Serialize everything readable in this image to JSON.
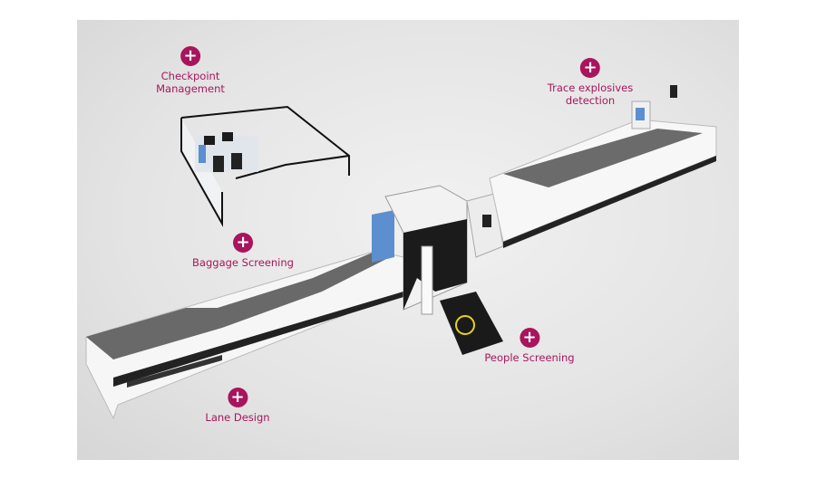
{
  "accent_color": "#a8155c",
  "hotspots": [
    {
      "id": "checkpoint-management",
      "lines": [
        "Checkpoint",
        "Management"
      ],
      "icon": "plus-icon"
    },
    {
      "id": "trace-explosives-detection",
      "lines": [
        "Trace explosives",
        "detection"
      ],
      "icon": "plus-icon"
    },
    {
      "id": "baggage-screening",
      "lines": [
        "Baggage Screening"
      ],
      "icon": "plus-icon"
    },
    {
      "id": "people-screening",
      "lines": [
        "People Screening"
      ],
      "icon": "plus-icon"
    },
    {
      "id": "lane-design",
      "lines": [
        "Lane Design"
      ],
      "icon": "plus-icon"
    }
  ],
  "plus_glyph": "+"
}
